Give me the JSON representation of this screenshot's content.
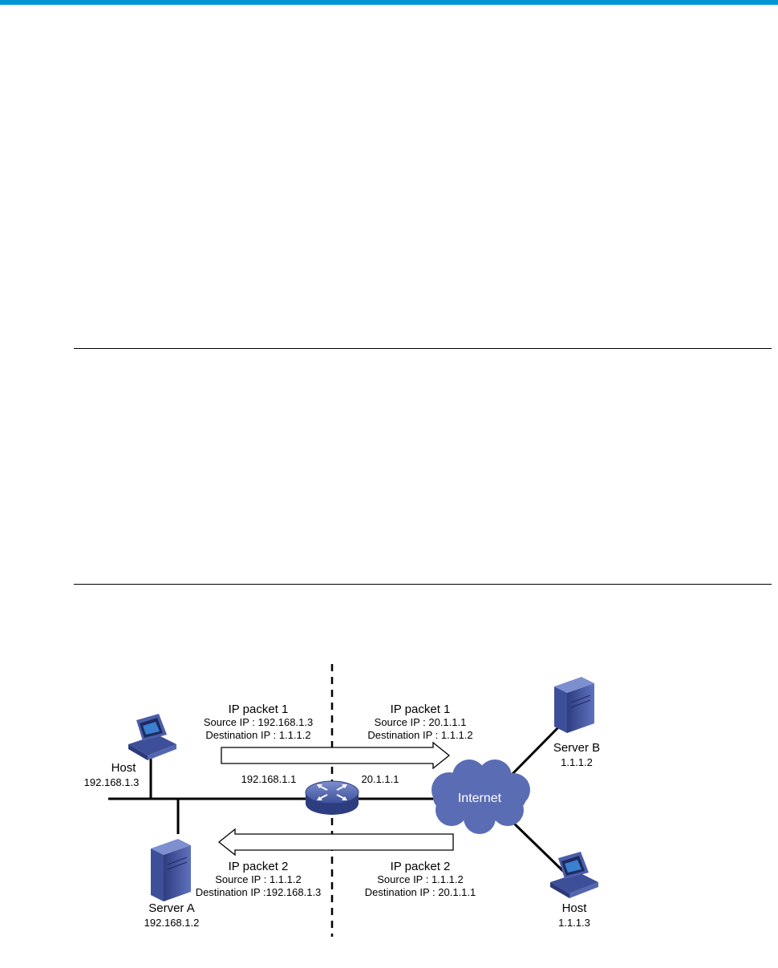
{
  "colors": {
    "top_bar": "#0096d6",
    "device_blue": "#4b5ea8",
    "cloud_blue": "#5a6db4"
  },
  "diagram": {
    "left_host": {
      "name": "Host",
      "ip": "192.168.1.3",
      "icon": "desktop-computer-icon"
    },
    "server_a": {
      "name": "Server A",
      "ip": "192.168.1.2",
      "icon": "server-tower-icon"
    },
    "server_b": {
      "name": "Server B",
      "ip": "1.1.1.2",
      "icon": "server-tower-icon"
    },
    "right_host": {
      "name": "Host",
      "ip": "1.1.1.3",
      "icon": "desktop-computer-icon"
    },
    "router": {
      "icon": "router-icon",
      "inside_ip": "192.168.1.1",
      "outside_ip": "20.1.1.1"
    },
    "cloud": {
      "label": "Internet",
      "icon": "cloud-icon"
    },
    "packet1_inside": {
      "title": "IP packet 1",
      "src": "Source IP : 192.168.1.3",
      "dst": "Destination IP : 1.1.1.2"
    },
    "packet1_outside": {
      "title": "IP packet 1",
      "src": "Source IP : 20.1.1.1",
      "dst": "Destination IP : 1.1.1.2"
    },
    "packet2_outside": {
      "title": "IP packet 2",
      "src": "Source IP : 1.1.1.2",
      "dst": "Destination IP : 20.1.1.1"
    },
    "packet2_inside": {
      "title": "IP packet 2",
      "src": "Source IP : 1.1.1.2",
      "dst": "Destination IP :192.168.1.3"
    }
  }
}
